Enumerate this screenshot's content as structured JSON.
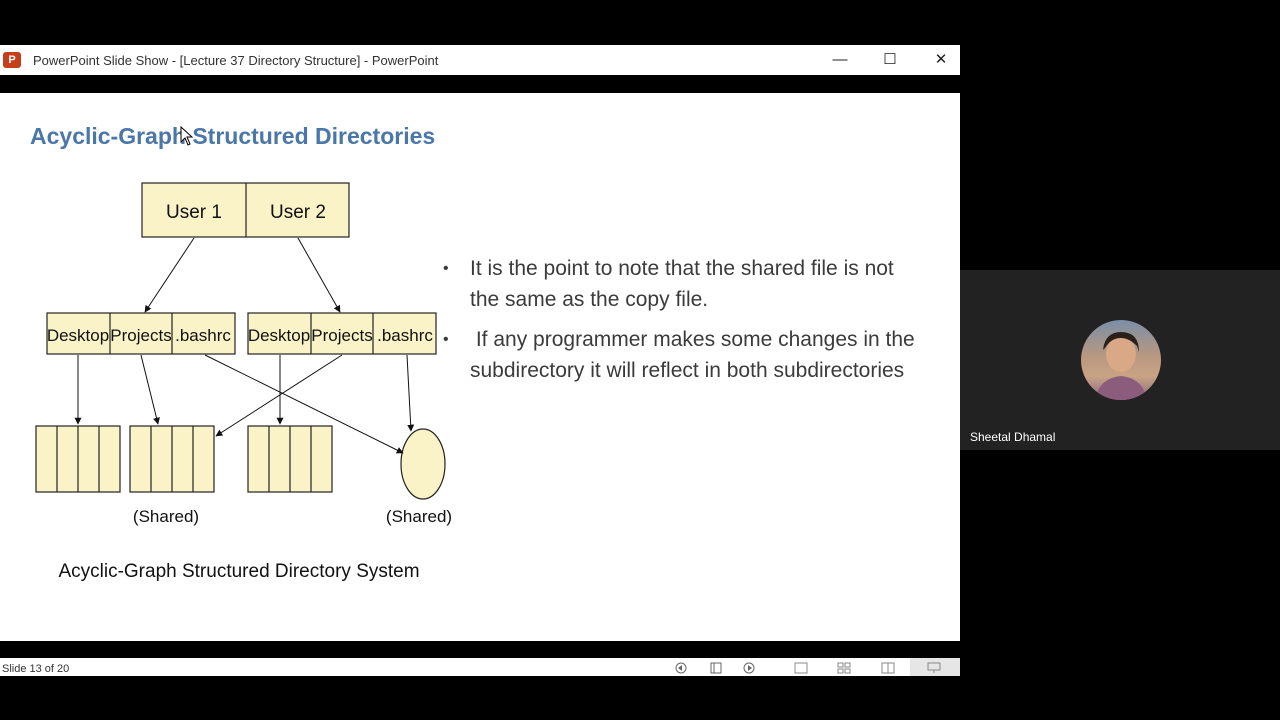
{
  "window": {
    "title": "PowerPoint Slide Show - [Lecture 37 Directory Structure] - PowerPoint",
    "logo_letter": "P",
    "buttons": {
      "minimize": "—",
      "maximize": "☐",
      "close": "✕"
    }
  },
  "slide": {
    "title": "Acyclic-Graph Structured Directories",
    "diagram": {
      "root": [
        "User 1",
        "User 2"
      ],
      "user1_dirs": [
        "Desktop",
        "Projects",
        ".bashrc"
      ],
      "user2_dirs": [
        "Desktop",
        "Projects",
        ".bashrc"
      ],
      "shared_label_1": "(Shared)",
      "shared_label_2": "(Shared)",
      "caption": "Acyclic-Graph Structured Directory System"
    },
    "bullets": [
      "It is the point to note that the shared file is not the same as the copy file.",
      " If any programmer makes some changes in the subdirectory it will reflect in both subdirectories"
    ]
  },
  "statusbar": {
    "slide_counter": "Slide 13 of 20"
  },
  "participant": {
    "name": "Sheetal Dhamal"
  },
  "colors": {
    "title_blue": "#4a76a8",
    "box_fill": "#fbf3c8",
    "app_red": "#c43e1c"
  }
}
